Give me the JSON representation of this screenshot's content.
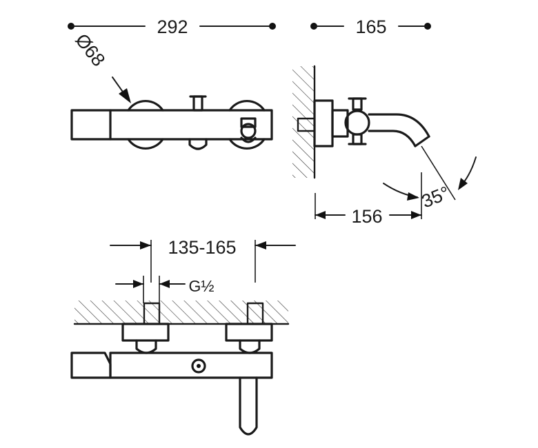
{
  "dimensions": {
    "overall_width": "292",
    "projection": "165",
    "handle_diameter": "Ø68",
    "spout_reach": "156",
    "spout_angle": "35°",
    "center_distance": "135-165",
    "thread": "G½"
  }
}
